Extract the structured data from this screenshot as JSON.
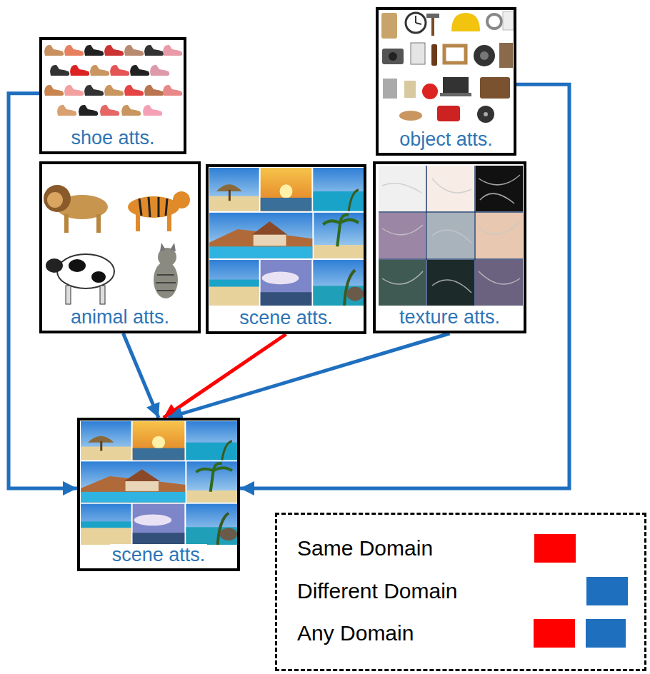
{
  "diagram": {
    "nodes": [
      {
        "text": [
          "shoe atts."
        ]
      },
      {
        "text": [
          "object atts."
        ]
      },
      {
        "text": [
          "animal atts."
        ]
      },
      {
        "text": [
          "scene atts."
        ]
      },
      {
        "text": [
          "texture atts."
        ]
      },
      {
        "text": [
          "scene atts."
        ]
      }
    ],
    "edges": [
      {
        "from": 0,
        "to": 5,
        "arrow": "to"
      },
      {
        "from": 1,
        "to": 5,
        "arrow": "to"
      },
      {
        "from": 2,
        "to": 5,
        "arrow": "to"
      },
      {
        "from": 3,
        "to": 5,
        "arrow": "to"
      },
      {
        "from": 4,
        "to": 5,
        "arrow": "to"
      }
    ],
    "legend": [
      {
        "text": "Same Domain",
        "color": "#ff0000"
      },
      {
        "text": "Different Domain",
        "color": "#1f6fbf"
      },
      {
        "text": "Any Domain"
      }
    ]
  }
}
